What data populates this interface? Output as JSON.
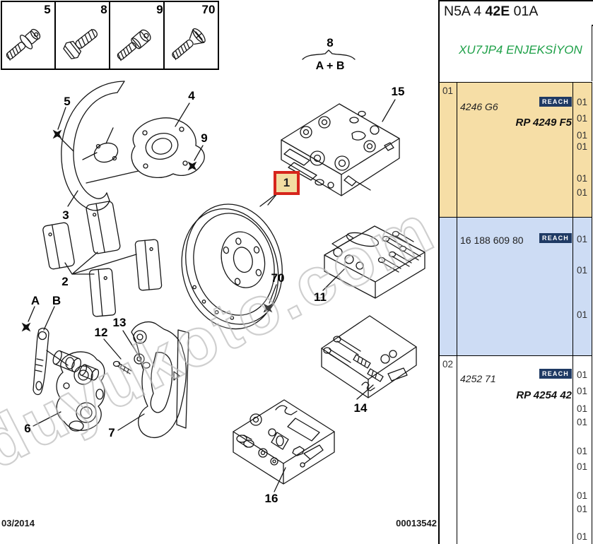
{
  "watermark": {
    "text": "duyukoto.com"
  },
  "fastener_box": {
    "cell1": "5",
    "cell2": "8",
    "cell3": "9",
    "cell4": "70"
  },
  "diagram": {
    "labels": {
      "group_number": "8",
      "group_detail": "A + B",
      "shield_screw": "5",
      "caliper_bracket": "4",
      "guide_screw": "9",
      "splash_shield": "3",
      "brake_pads": "2",
      "key_a": "A",
      "key_b": "B",
      "piston": "12",
      "seal": "13",
      "caliper": "6",
      "carrier": "7",
      "disc": "1",
      "disc_screw": "70",
      "bolt_kit": "11",
      "repair_kit": "15",
      "guide_kit": "14",
      "service_kit": "16"
    }
  },
  "footer": {
    "date": "03/2014",
    "drawing_number": "00013542"
  },
  "panel": {
    "title": {
      "seg1": "N5A 4 ",
      "seg2": "42E",
      "seg3": " 01A"
    },
    "engine_label": "XU7JP4 ENJEKSİYON",
    "rows": [
      {
        "index": "01",
        "part_number": "4246 G6",
        "reach": "REACH",
        "alt_part": "RP 4249 F5",
        "qty": [
          "01",
          "01",
          "01",
          "01",
          "01",
          "01"
        ]
      },
      {
        "index": "",
        "part_number": "16 188 609 80",
        "reach": "REACH",
        "alt_part": "",
        "qty": [
          "01",
          "01",
          "01"
        ]
      },
      {
        "index": "02",
        "part_number": "4252 71",
        "reach": "REACH",
        "alt_part": "RP 4254 42",
        "qty": [
          "01",
          "01",
          "01",
          "01",
          "01",
          "01",
          "01",
          "01",
          "01"
        ]
      }
    ]
  },
  "colors": {
    "row1_bg": "#f6dea6",
    "row2_bg": "#cddcf4",
    "reach_bg": "#1f3a64",
    "engine_green": "#1ea048",
    "highlight_red": "#d6251c",
    "highlight_bg": "#f2dda2"
  }
}
